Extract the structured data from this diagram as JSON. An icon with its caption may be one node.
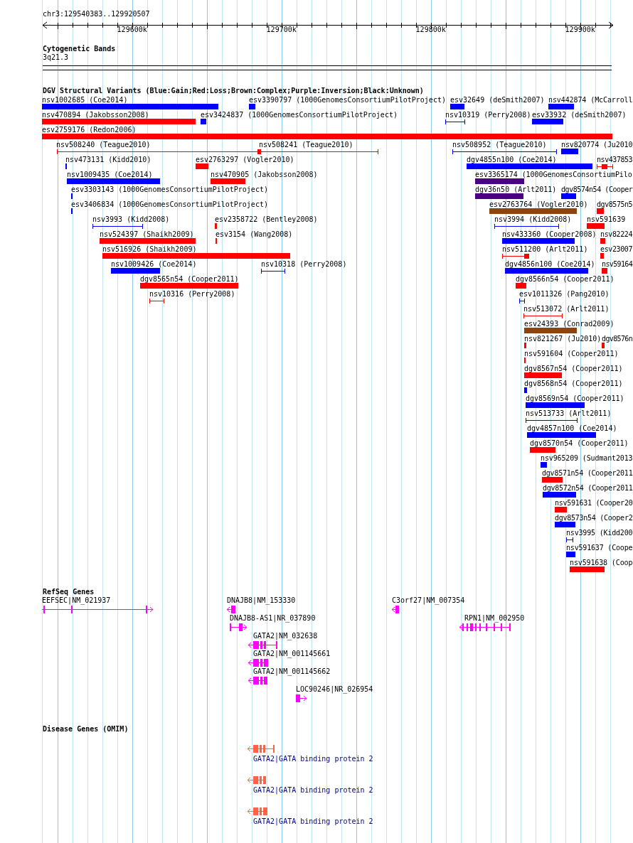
{
  "diagram": {
    "title": "chr3:129540383..129920507",
    "nodes": [
      {
        "text": [
          "Cytogenetic Bands"
        ]
      },
      {
        "text": [
          "3q21.3"
        ],
        "in": 0
      },
      {
        "text": [
          "DGV Structural Variants (Blue:Gain;Red:Loss;Brown:Complex;Purple:Inversion;Black:Unknown)"
        ]
      },
      {
        "text": [
          "nsv1002685 (Coe2014)"
        ],
        "in": 2
      },
      {
        "text": [
          "esv3390797 (1000GenomesConsortiumPilotProject)"
        ],
        "in": 2
      },
      {
        "text": [
          "esv32649 (deSmith2007)"
        ],
        "in": 2
      },
      {
        "text": [
          "nsv442874 (McCarroll"
        ],
        "in": 2
      },
      {
        "text": [
          "nsv470894 (Jakobsson2008)"
        ],
        "in": 2
      },
      {
        "text": [
          "esv3424837 (1000GenomesConsortiumPilotProject)"
        ],
        "in": 2
      },
      {
        "text": [
          "nsv10319 (Perry2008)"
        ],
        "in": 2
      },
      {
        "text": [
          "esv33932 (deSmith2007)"
        ],
        "in": 2
      },
      {
        "text": [
          "esv2759176 (Redon2006)"
        ],
        "in": 2
      },
      {
        "text": [
          "nsv508240 (Teague2010)"
        ],
        "in": 2
      },
      {
        "text": [
          "nsv508241 (Teague2010)"
        ],
        "in": 2
      },
      {
        "text": [
          "nsv508952 (Teague2010)"
        ],
        "in": 2
      },
      {
        "text": [
          "nsv820774 (Ju2010"
        ],
        "in": 2
      },
      {
        "text": [
          "nsv473131 (Kidd2010)"
        ],
        "in": 2
      },
      {
        "text": [
          "esv2763297 (Vogler2010)"
        ],
        "in": 2
      },
      {
        "text": [
          "dgv4855n100 (Coe2014)"
        ],
        "in": 2
      },
      {
        "text": [
          "nsv437853"
        ],
        "in": 2
      },
      {
        "text": [
          "nsv1009435 (Coe2014)"
        ],
        "in": 2
      },
      {
        "text": [
          "nsv470905 (Jakobsson2008)"
        ],
        "in": 2
      },
      {
        "text": [
          "esv3365174 (1000GenomesConsortiumPilo"
        ],
        "in": 2
      },
      {
        "text": [
          "esv3303143 (1000GenomesConsortiumPilotProject)"
        ],
        "in": 2
      },
      {
        "text": [
          "dgv36n50 (Arlt2011)"
        ],
        "in": 2
      },
      {
        "text": [
          "dgv8574n54 (Cooper"
        ],
        "in": 2
      },
      {
        "text": [
          "esv3406834 (1000GenomesConsortiumPilotProject)"
        ],
        "in": 2
      },
      {
        "text": [
          "esv2763764 (Vogler2010)"
        ],
        "in": 2
      },
      {
        "text": [
          "dgv8575n5"
        ],
        "in": 2
      },
      {
        "text": [
          "nsv3993 (Kidd2008)"
        ],
        "in": 2
      },
      {
        "text": [
          "esv2358722 (Bentley2008)"
        ],
        "in": 2
      },
      {
        "text": [
          "nsv3994 (Kidd2008)"
        ],
        "in": 2
      },
      {
        "text": [
          "nsv591639"
        ],
        "in": 2
      },
      {
        "text": [
          "nsv524397 (Shaikh2009)"
        ],
        "in": 2
      },
      {
        "text": [
          "esv3154 (Wang2008)"
        ],
        "in": 2
      },
      {
        "text": [
          "nsv433360 (Cooper2008)"
        ],
        "in": 2
      },
      {
        "text": [
          "nsv82224"
        ],
        "in": 2
      },
      {
        "text": [
          "nsv516926 (Shaikh2009)"
        ],
        "in": 2
      },
      {
        "text": [
          "nsv511200 (Arlt2011)"
        ],
        "in": 2
      },
      {
        "text": [
          "esv23007"
        ],
        "in": 2
      },
      {
        "text": [
          "nsv1009426 (Coe2014)"
        ],
        "in": 2
      },
      {
        "text": [
          "nsv10318 (Perry2008)"
        ],
        "in": 2
      },
      {
        "text": [
          "dgv4856n100 (Coe2014)"
        ],
        "in": 2
      },
      {
        "text": [
          "nsv59164"
        ],
        "in": 2
      },
      {
        "text": [
          "dgv8565n54 (Cooper2011)"
        ],
        "in": 2
      },
      {
        "text": [
          "dgv8566n54 (Cooper2011)"
        ],
        "in": 2
      },
      {
        "text": [
          "nsv10316 (Perry2008)"
        ],
        "in": 2
      },
      {
        "text": [
          "esv1011326 (Pang2010)"
        ],
        "in": 2
      },
      {
        "text": [
          "nsv513072 (Arlt2011)"
        ],
        "in": 2
      },
      {
        "text": [
          "esv24393 (Conrad2009)"
        ],
        "in": 2
      },
      {
        "text": [
          "nsv821267 (Ju2010)"
        ],
        "in": 2
      },
      {
        "text": [
          "dgv8576n"
        ],
        "in": 2
      },
      {
        "text": [
          "nsv591604 (Cooper2011)"
        ],
        "in": 2
      },
      {
        "text": [
          "dgv8567n54 (Cooper2011)"
        ],
        "in": 2
      },
      {
        "text": [
          "dgv8568n54 (Cooper2011)"
        ],
        "in": 2
      },
      {
        "text": [
          "dgv8569n54 (Cooper2011)"
        ],
        "in": 2
      },
      {
        "text": [
          "nsv513733 (Arlt2011)"
        ],
        "in": 2
      },
      {
        "text": [
          "dgv4857n100 (Coe2014)"
        ],
        "in": 2
      },
      {
        "text": [
          "dgv8570n54 (Cooper2011)"
        ],
        "in": 2
      },
      {
        "text": [
          "nsv965209 (Sudmant2013"
        ],
        "in": 2
      },
      {
        "text": [
          "dgv8571n54 (Cooper2011"
        ],
        "in": 2
      },
      {
        "text": [
          "dgv8572n54 (Cooper2011"
        ],
        "in": 2
      },
      {
        "text": [
          "nsv591631 (Cooper20"
        ],
        "in": 2
      },
      {
        "text": [
          "dgv8573n54 (Cooper2"
        ],
        "in": 2
      },
      {
        "text": [
          "nsv3995 (Kidd200"
        ],
        "in": 2
      },
      {
        "text": [
          "nsv591637 (Coope"
        ],
        "in": 2
      },
      {
        "text": [
          "nsv591638 (Coop"
        ],
        "in": 2
      },
      {
        "text": [
          "RefSeq Genes"
        ]
      },
      {
        "text": [
          "EEFSEC|NM_021937"
        ],
        "in": 67
      },
      {
        "text": [
          "DNAJB8|NM_153330"
        ],
        "in": 67
      },
      {
        "text": [
          "C3orf27|NM_007354"
        ],
        "in": 67
      },
      {
        "text": [
          "DNAJB8-AS1|NR_037890"
        ],
        "in": 67
      },
      {
        "text": [
          "RPN1|NM_002950"
        ],
        "in": 67
      },
      {
        "text": [
          "GATA2|NM_032638"
        ],
        "in": 67
      },
      {
        "text": [
          "GATA2|NM_001145661"
        ],
        "in": 67
      },
      {
        "text": [
          "GATA2|NM_001145662"
        ],
        "in": 67
      },
      {
        "text": [
          "LOC90246|NR_026954"
        ],
        "in": 67
      },
      {
        "text": [
          "Disease Genes (OMIM)"
        ]
      },
      {
        "text": [
          "GATA2|GATA binding protein 2"
        ]
      },
      {
        "text": [
          "GATA2|GATA binding protein 2"
        ]
      },
      {
        "text": [
          "GATA2|GATA binding protein 2"
        ]
      }
    ],
    "labels": [
      "129600k",
      "129700k",
      "129800k",
      "129900k"
    ]
  }
}
